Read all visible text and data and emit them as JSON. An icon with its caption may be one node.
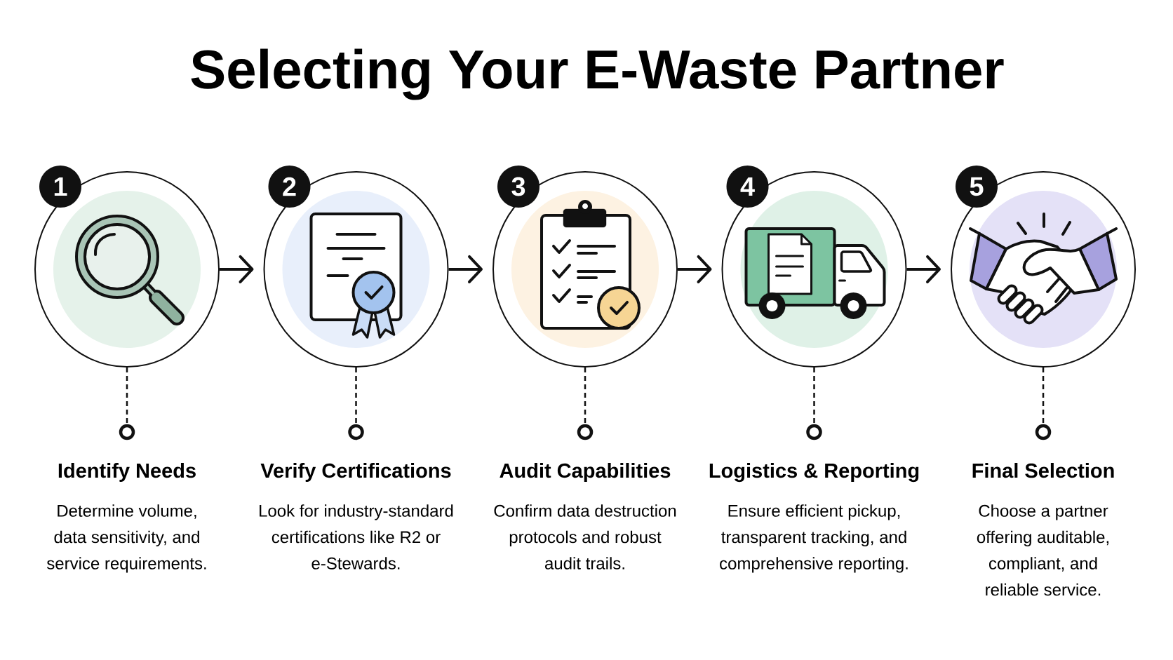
{
  "diagram": {
    "title": "Selecting Your E-Waste Partner",
    "nodes": [
      {
        "text": [
          "1"
        ]
      },
      {
        "text": [],
        "shape": "circle"
      },
      {
        "text": [],
        "shape": "circle",
        "beside": [
          "Identify Needs",
          "Determine volume, data sensitivity, and service requirements."
        ]
      },
      {
        "text": [
          "2"
        ]
      },
      {
        "text": [],
        "shape": "circle"
      },
      {
        "text": [],
        "shape": "circle",
        "beside": [
          "Verify Certifications",
          "Look for industry-standard certifications like R2 or e-Stewards."
        ]
      },
      {
        "text": [
          "3"
        ]
      },
      {
        "text": [],
        "shape": "circle"
      },
      {
        "text": [],
        "shape": "circle",
        "beside": [
          "Audit Capabilities",
          "Confirm data destruction protocols and robust audit trails."
        ]
      },
      {
        "text": [
          "4"
        ]
      },
      {
        "text": [],
        "shape": "circle"
      },
      {
        "text": [],
        "shape": "circle",
        "beside": [
          "Logistics & Reporting",
          "Ensure efficient pickup, transparent tracking, and comprehensive reporting."
        ]
      },
      {
        "text": [
          "5"
        ]
      },
      {
        "text": [],
        "shape": "circle"
      },
      {
        "text": [],
        "shape": "circle",
        "beside": [
          "Final Selection",
          "Choose a partner offering auditable, compliant, and reliable service."
        ]
      }
    ],
    "edges": [
      {
        "from": 1,
        "to": 4,
        "arrow": "to"
      },
      {
        "from": 4,
        "to": 7,
        "arrow": "to"
      },
      {
        "from": 7,
        "to": 10,
        "arrow": "to"
      },
      {
        "from": 10,
        "to": 13,
        "arrow": "to"
      },
      {
        "from": 1,
        "to": 2,
        "arrow": "none",
        "style": "dashed"
      },
      {
        "from": 4,
        "to": 5,
        "arrow": "none",
        "style": "dashed"
      },
      {
        "from": 7,
        "to": 8,
        "arrow": "none",
        "style": "dashed"
      },
      {
        "from": 10,
        "to": 11,
        "arrow": "none",
        "style": "dashed"
      },
      {
        "from": 13,
        "to": 14,
        "arrow": "none",
        "style": "dashed"
      }
    ]
  }
}
